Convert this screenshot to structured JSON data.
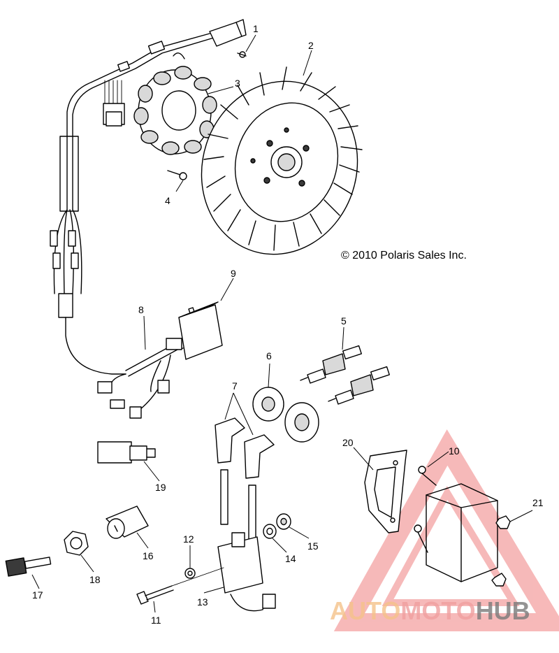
{
  "copyright": "© 2010 Polaris Sales Inc.",
  "watermark": {
    "text_part1": "AUTO",
    "text_part2": "MOTO",
    "text_part3": "HUB",
    "color_part1": "#f5c28a",
    "color_part2": "#f0a0a0",
    "color_part3": "#7a7a7a",
    "triangle_color": "#f08080"
  },
  "callouts": [
    "1",
    "2",
    "3",
    "4",
    "5",
    "6",
    "7",
    "8",
    "9",
    "10",
    "11",
    "12",
    "13",
    "14",
    "15",
    "16",
    "17",
    "18",
    "19",
    "20",
    "21"
  ]
}
